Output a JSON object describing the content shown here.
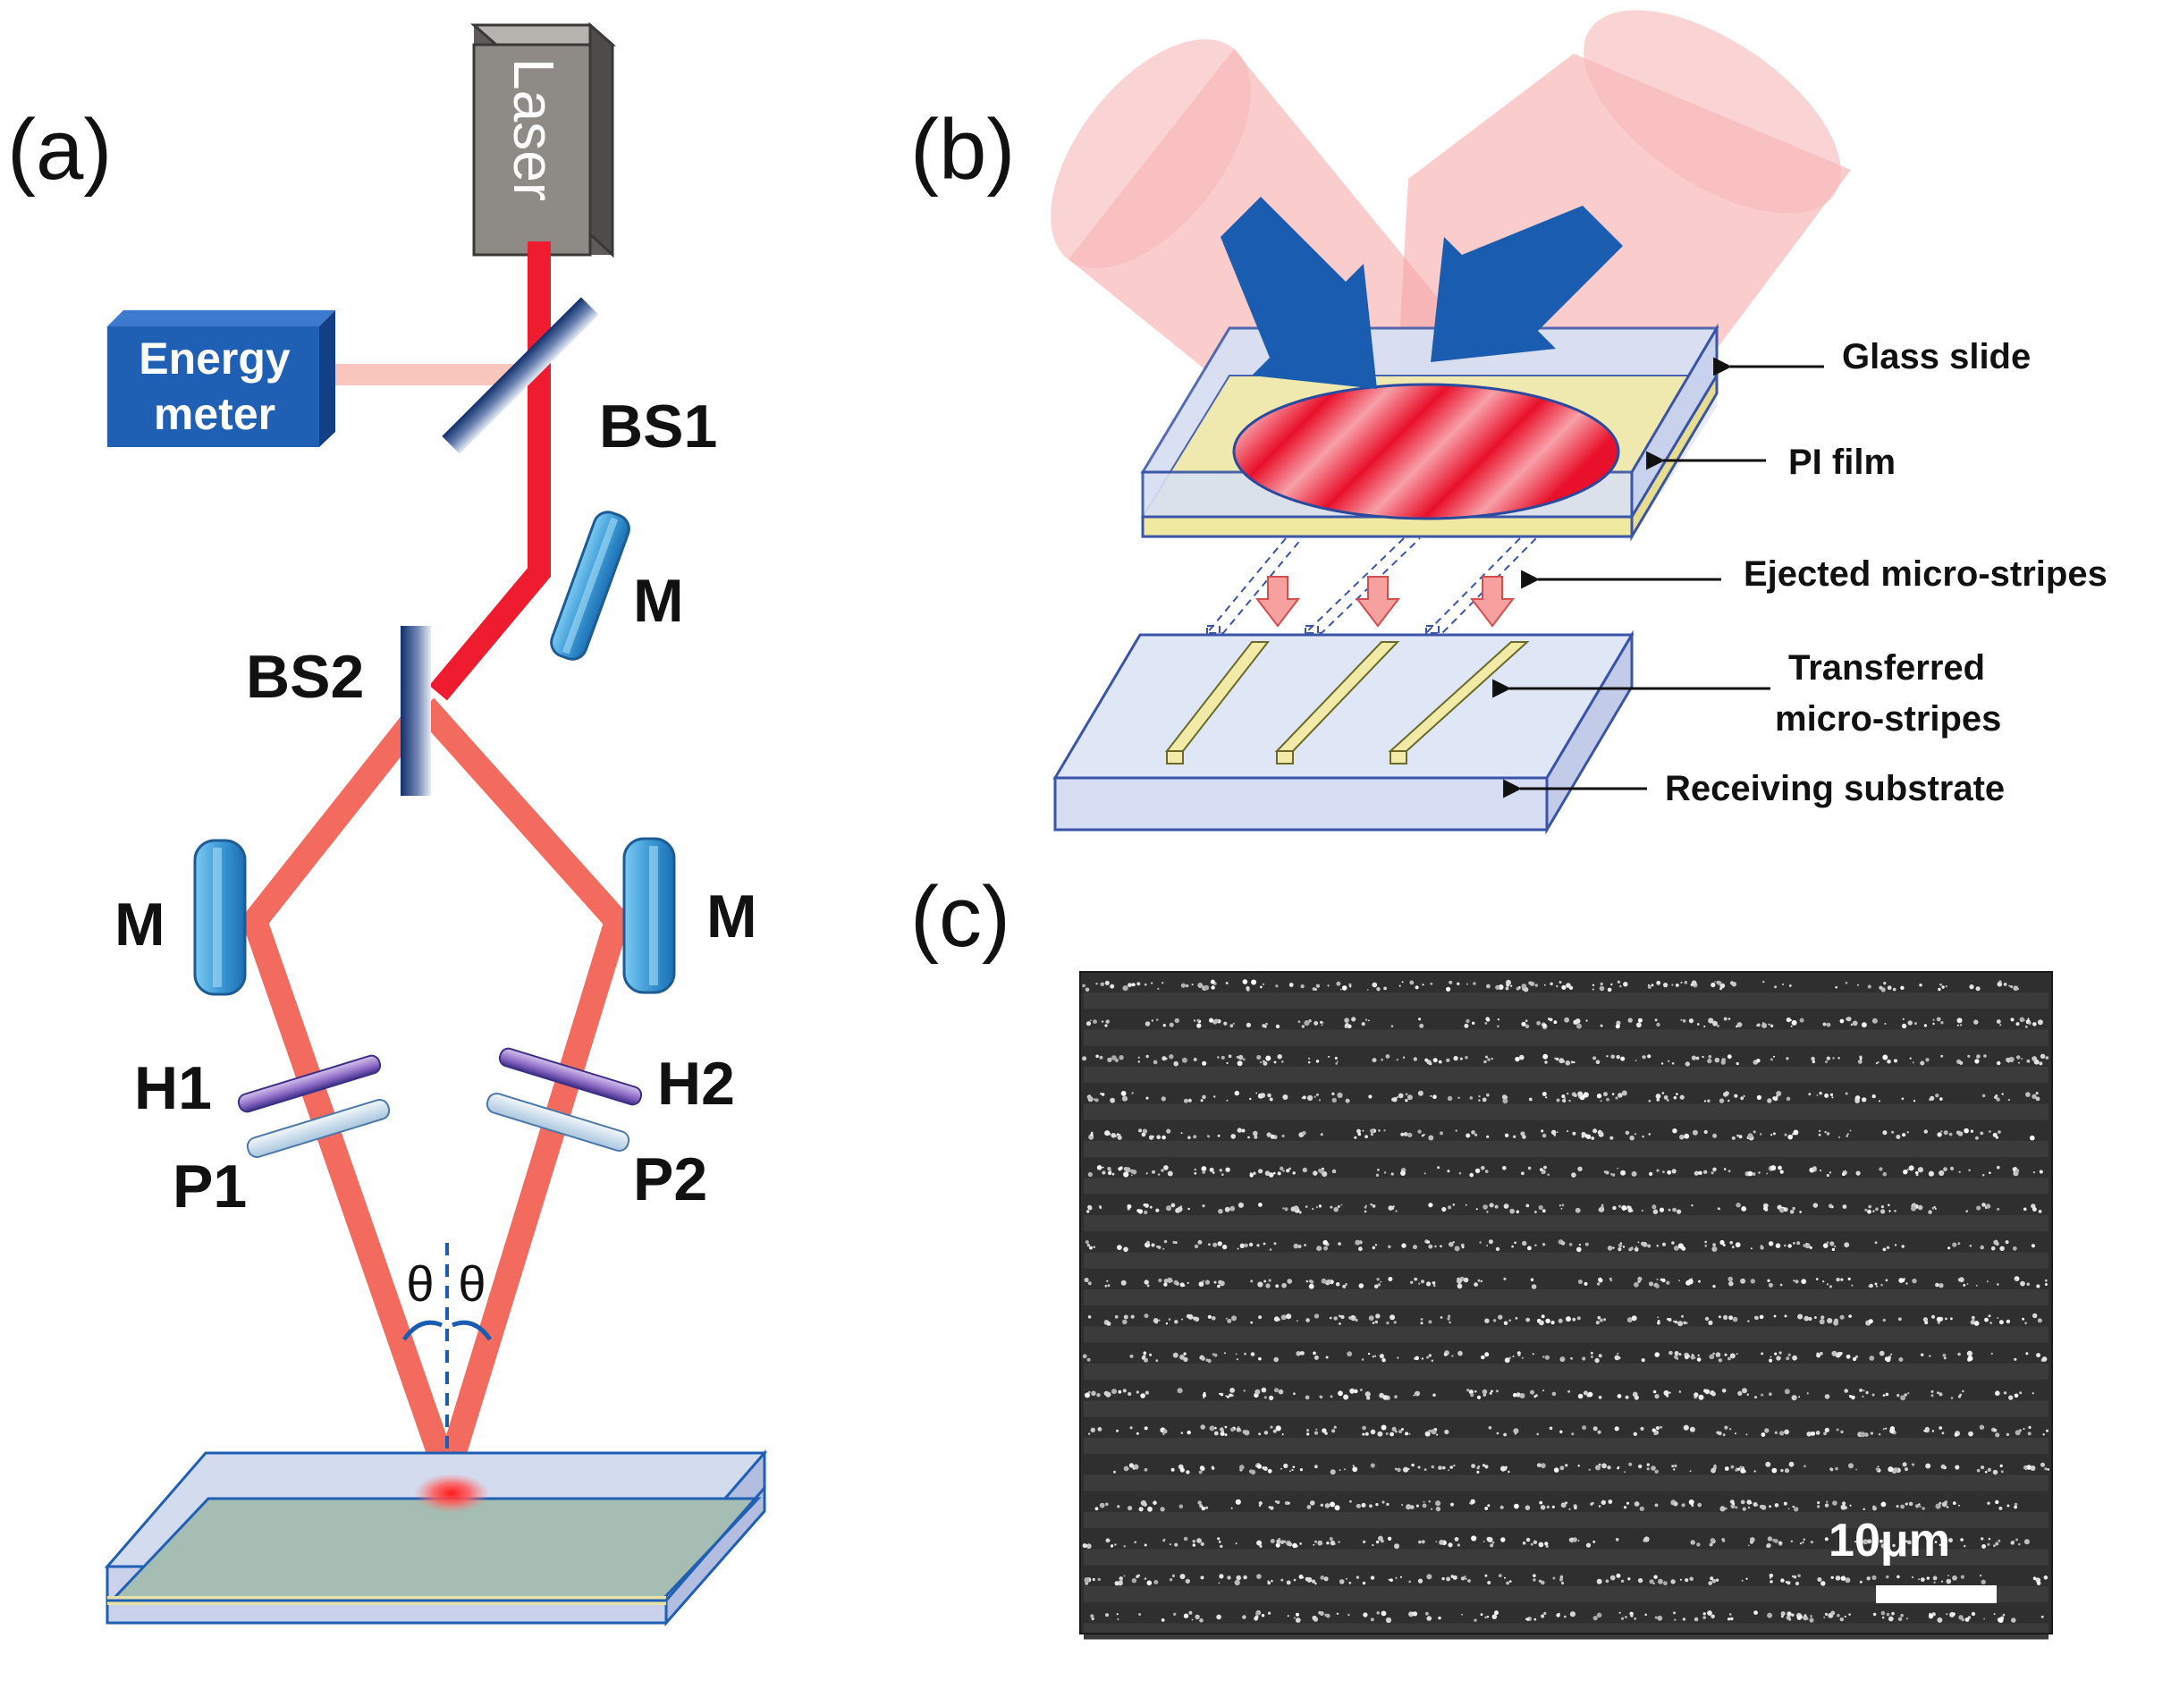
{
  "panels": {
    "a": {
      "label": "(a)",
      "laser": "Laser",
      "energy_meter_line1": "Energy",
      "energy_meter_line2": "meter",
      "bs1": "BS1",
      "bs2": "BS2",
      "mirror_top": "M",
      "mirror_left": "M",
      "mirror_right": "M",
      "h1": "H1",
      "h2": "H2",
      "p1": "P1",
      "p2": "P2",
      "angle_left": "θ",
      "angle_right": "θ"
    },
    "b": {
      "label": "(b)",
      "glass_slide": "Glass slide",
      "pi_film": "PI film",
      "ejected": "Ejected micro-stripes",
      "transferred_line1": "Transferred",
      "transferred_line2": "micro-stripes",
      "receiving": "Receiving substrate"
    },
    "c": {
      "label": "(c)",
      "scale_bar": "10μm"
    }
  },
  "colors": {
    "beam": "#f26b5e",
    "laser_vertical": "#ee1c2e",
    "energy_beam": "#f8c6bc",
    "box_blue": "#1f5fb4",
    "laser_box": "#8e8a86",
    "mirror": "#4fa6dc",
    "arrow_blue": "#1a5db0",
    "sem_background": "#2f2f2f"
  }
}
